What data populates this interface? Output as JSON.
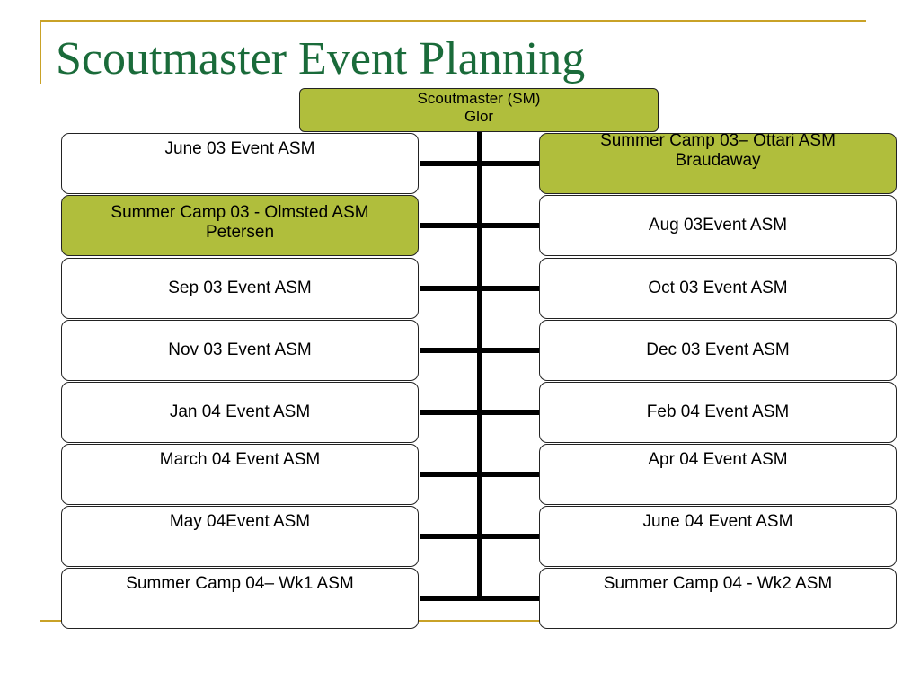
{
  "title": "Scoutmaster Event Planning",
  "colors": {
    "title": "#1a6b3a",
    "frame": "#c9a227",
    "highlight": "#b0be3c",
    "connector": "#000000"
  },
  "root": {
    "line1": "Scoutmaster (SM)",
    "line2": "Glor"
  },
  "left": [
    {
      "line1": "June 03 Event ASM",
      "line2": ""
    },
    {
      "line1": "Summer Camp 03 - Olmsted ASM",
      "line2": "Petersen"
    },
    {
      "line1": "Sep 03 Event ASM",
      "line2": ""
    },
    {
      "line1": "Nov 03 Event ASM",
      "line2": ""
    },
    {
      "line1": "Jan 04 Event ASM",
      "line2": ""
    },
    {
      "line1": "March 04 Event ASM",
      "line2": ""
    },
    {
      "line1": "May 04Event ASM",
      "line2": ""
    },
    {
      "line1": "Summer Camp 04– Wk1 ASM",
      "line2": ""
    }
  ],
  "right": [
    {
      "line1": "Summer Camp 03– Ottari ASM",
      "line2": "Braudaway"
    },
    {
      "line1": "Aug 03Event ASM",
      "line2": ""
    },
    {
      "line1": "Oct 03 Event ASM",
      "line2": ""
    },
    {
      "line1": "Dec 03 Event ASM",
      "line2": ""
    },
    {
      "line1": "Feb 04 Event ASM",
      "line2": ""
    },
    {
      "line1": "Apr 04 Event ASM",
      "line2": ""
    },
    {
      "line1": "June 04 Event ASM",
      "line2": ""
    },
    {
      "line1": "Summer Camp 04 - Wk2 ASM",
      "line2": ""
    }
  ]
}
